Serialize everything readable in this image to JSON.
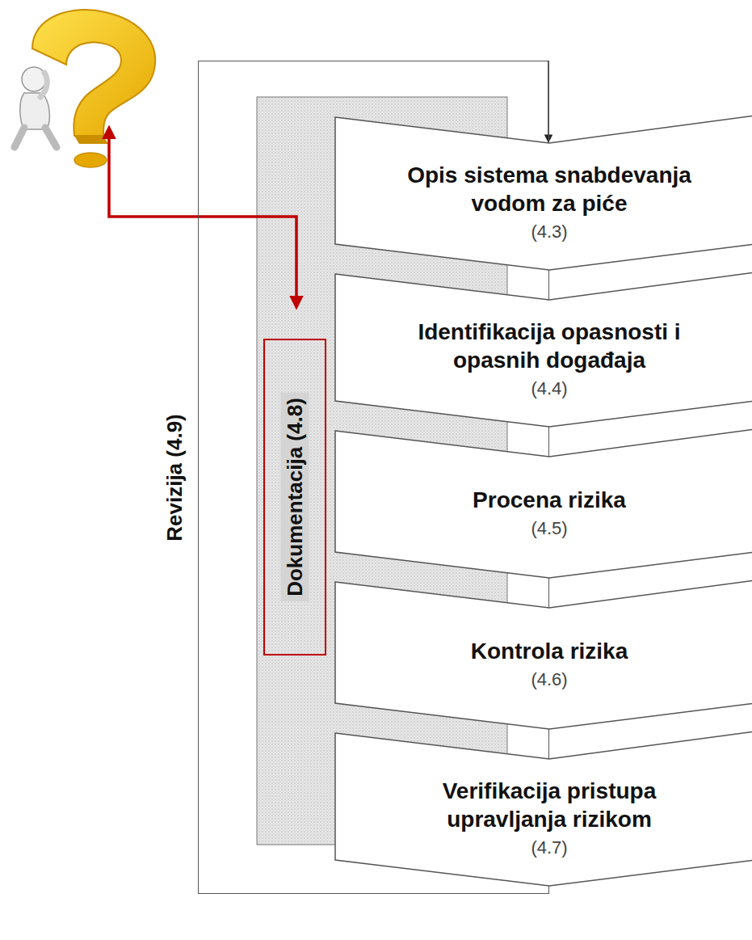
{
  "diagram": {
    "nodes": [
      {
        "text": [
          "Revizija (4.9)"
        ]
      },
      {
        "text": [
          "Dokumentacija (4.8)"
        ],
        "in": 0
      },
      {
        "text": [
          "Opis sistema snabdevanja vodom za piće",
          "(4.3)"
        ]
      },
      {
        "text": [
          "Identifikacija opasnosti i opasnih događaja",
          "(4.4)"
        ]
      },
      {
        "text": [
          "Procena rizika",
          "(4.5)"
        ]
      },
      {
        "text": [
          "Kontrola rizika",
          "(4.6)"
        ]
      },
      {
        "text": [
          "Verifikacija pristupa upravljanja rizikom",
          "(4.7)"
        ]
      }
    ],
    "edges": [
      {
        "from": 0,
        "to": 2,
        "arrow": "to"
      }
    ]
  }
}
